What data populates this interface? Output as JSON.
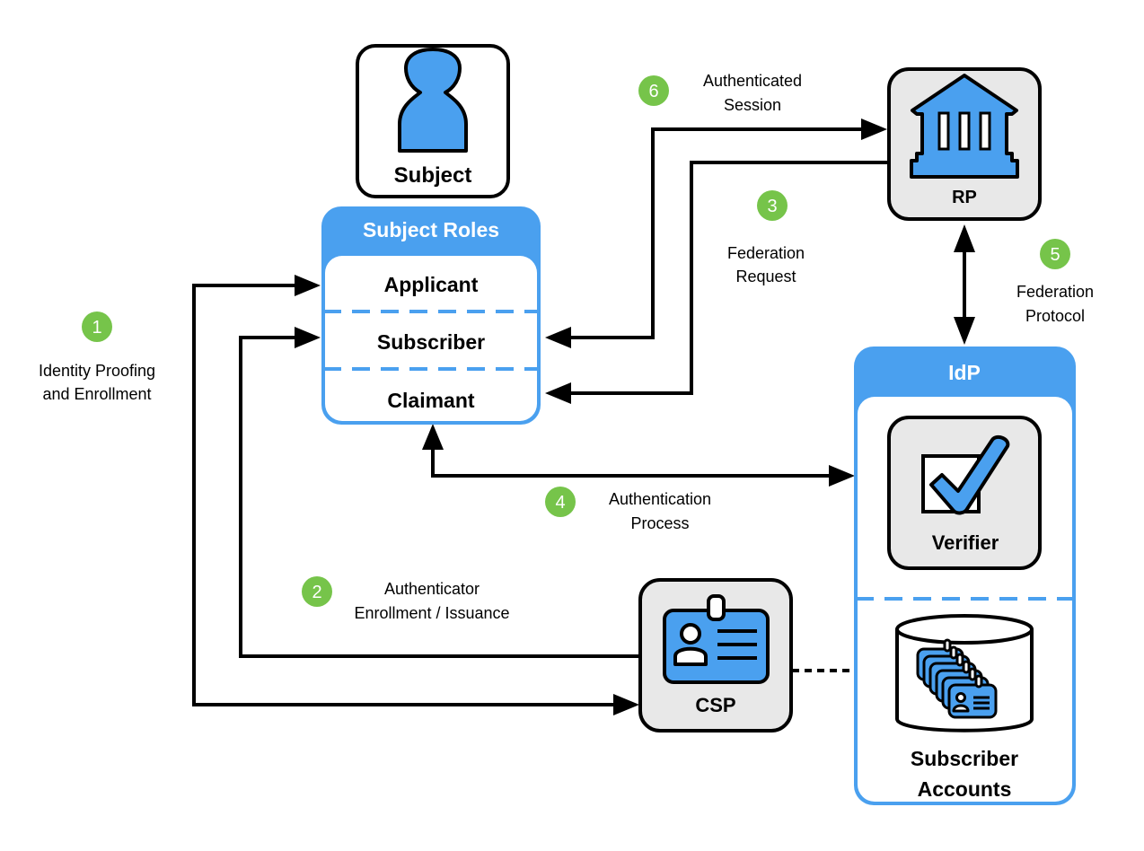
{
  "colors": {
    "blue": "#4aa0ef",
    "badge_green": "#76c44a",
    "box_gray": "#e8e8e8",
    "stroke": "#000000"
  },
  "nodes": {
    "subject": {
      "label": "Subject",
      "icon": "person-icon"
    },
    "subject_roles": {
      "title": "Subject Roles",
      "roles": [
        "Applicant",
        "Subscriber",
        "Claimant"
      ]
    },
    "rp": {
      "label": "RP",
      "icon": "bank-building-icon"
    },
    "idp": {
      "title": "IdP",
      "verifier": {
        "label": "Verifier",
        "icon": "checkbox-check-icon"
      },
      "subscriber_accounts": {
        "label_line1": "Subscriber",
        "label_line2": "Accounts",
        "icon": "database-badges-icon"
      }
    },
    "csp": {
      "label": "CSP",
      "icon": "id-badge-icon"
    }
  },
  "steps": [
    {
      "number": "1",
      "line1": "Identity Proofing",
      "line2": "and Enrollment"
    },
    {
      "number": "2",
      "line1": "Authenticator",
      "line2": "Enrollment / Issuance"
    },
    {
      "number": "3",
      "line1": "Federation",
      "line2": "Request"
    },
    {
      "number": "4",
      "line1": "Authentication",
      "line2": "Process"
    },
    {
      "number": "5",
      "line1": "Federation",
      "line2": "Protocol"
    },
    {
      "number": "6",
      "line1": "Authenticated",
      "line2": "Session"
    }
  ]
}
